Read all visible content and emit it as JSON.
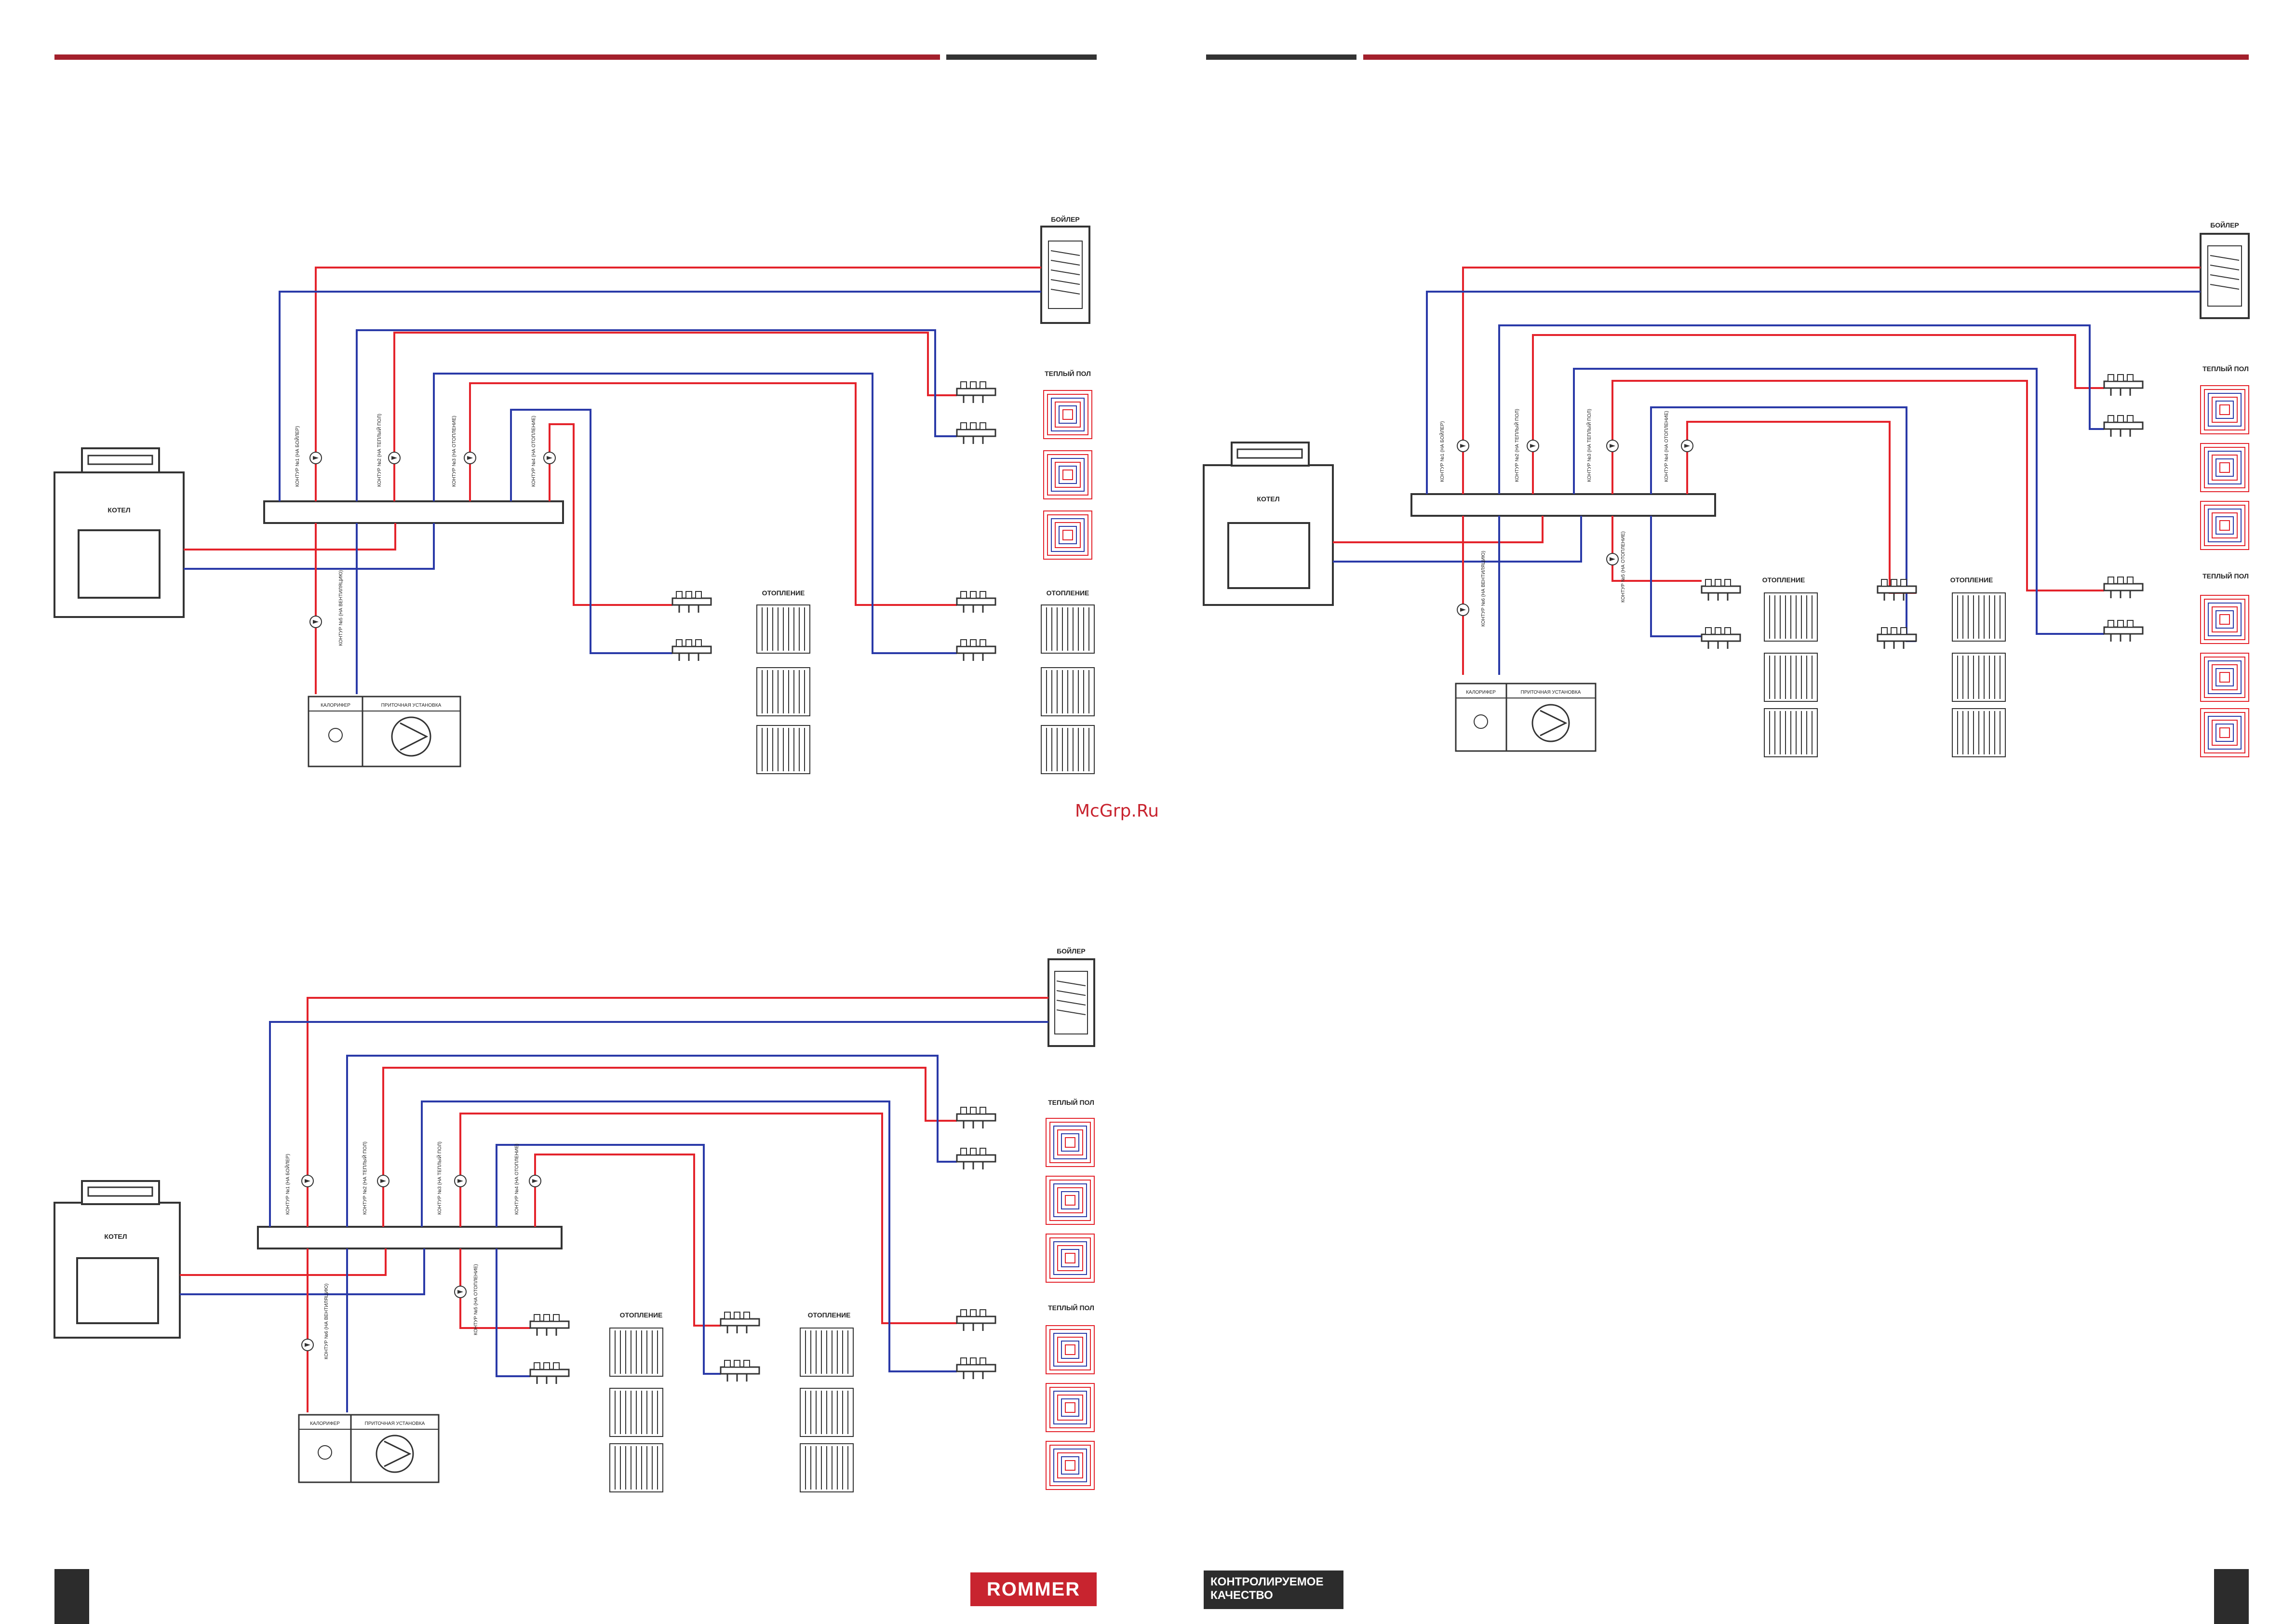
{
  "colors": {
    "hot": "#e4232b",
    "cold": "#2a3aa8",
    "accent": "#a3202c",
    "dark": "#333333"
  },
  "labels": {
    "boiler": "КОТЕЛ",
    "tank": "БОЙЛЕР",
    "floor": "ТЕПЛЫЙ ПОЛ",
    "heating": "ОТОПЛЕНИЕ",
    "heating_alt": "ОТОПЛЕНИЕ",
    "heater": "КАЛОРИФЕР",
    "ventilation": "ПРИТОЧНАЯ УСТАНОВКА"
  },
  "circuits_diagram1": [
    "КОНТУР №1 (НА БОЙЛЕР)",
    "КОНТУР №2 (НА ТЕПЛЫЙ ПОЛ)",
    "КОНТУР №3 (НА ОТОПЛЕНИЕ)",
    "КОНТУР №4 (НА ОТОПЛЕНИЕ)",
    "КОНТУР №5 (НА ВЕНТИЛЯЦИЮ)"
  ],
  "circuits_diagram2": [
    "КОНТУР №1 (НА БОЙЛЕР)",
    "КОНТУР №2 (НА ТЕПЛЫЙ ПОЛ)",
    "КОНТУР №3 (НА ТЕПЛЫЙ ПОЛ)",
    "КОНТУР №4 (НА ОТОПЛЕНИЕ)",
    "КОНТУР №5 (НА ОТОПЛЕНИЕ)",
    "КОНТУР №6 (НА ВЕНТИЛЯЦИЮ)"
  ],
  "circuits_diagram3": [
    "КОНТУР №1 (НА БОЙЛЕР)",
    "КОНТУР №2 (НА ТЕПЛЫЙ ПОЛ)",
    "КОНТУР №3 (НА ТЕПЛЫЙ ПОЛ)",
    "КОНТУР №4 (НА ОТОПЛЕНИЕ)",
    "КОНТУР №5 (НА ОТОПЛЕНИЕ)",
    "КОНТУР №6 (НА ВЕНТИЛЯЦИЮ)"
  ],
  "watermark": "McGrp.Ru",
  "brand": "ROMMER",
  "quality_line1": "КОНТРОЛИРУЕМОЕ",
  "quality_line2": "КАЧЕСТВО"
}
